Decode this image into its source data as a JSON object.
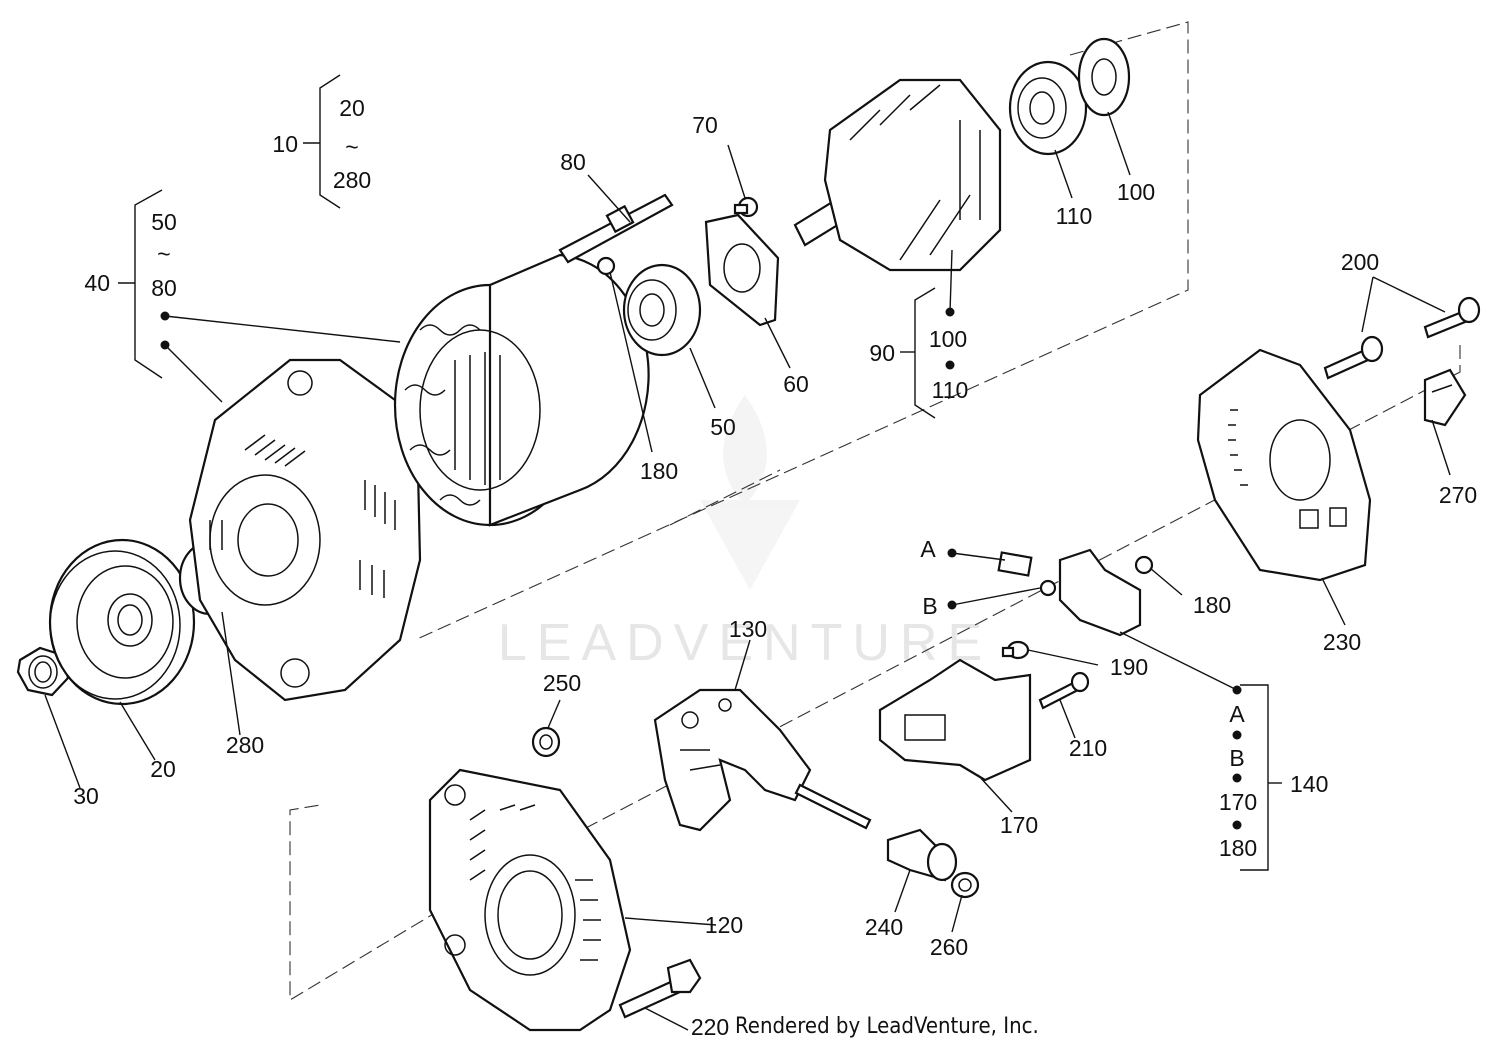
{
  "watermark": "LEADVENTURE",
  "credit": "Rendered by LeadVenture, Inc.",
  "groups": {
    "g10": {
      "label": "10",
      "range_top": "20",
      "range_mid": "~",
      "range_bottom": "280"
    },
    "g40": {
      "label": "40",
      "range_top": "50",
      "range_mid": "~",
      "range_bottom": "80"
    },
    "g90": {
      "label": "90",
      "item_1": "100",
      "item_2": "110"
    },
    "g140": {
      "label": "140",
      "item_1": "A",
      "item_2": "B",
      "item_3": "170",
      "item_4": "180"
    }
  },
  "callouts": {
    "p70": "70",
    "p80": "80",
    "p110": "110",
    "p100": "100",
    "p60": "60",
    "p50": "50",
    "p180_a": "180",
    "p200": "200",
    "p270": "270",
    "pA": "A",
    "pB": "B",
    "p180_b": "180",
    "p230": "230",
    "p130": "130",
    "p190": "190",
    "p250": "250",
    "p210": "210",
    "p170": "170",
    "p120": "120",
    "p240": "240",
    "p260": "260",
    "p220": "220",
    "p30": "30",
    "p20": "20",
    "p280": "280"
  }
}
